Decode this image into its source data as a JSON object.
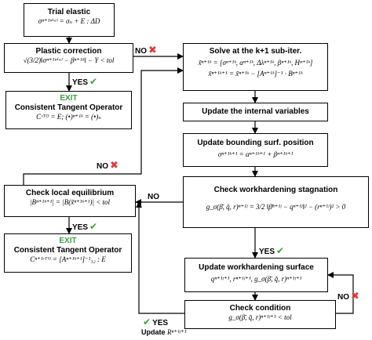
{
  "nodes": {
    "trial": {
      "title": "Trial elastic",
      "eq": "σⁿ⁺¹ᵗʳⁱᵃˡ = σₙ + E : ΔD"
    },
    "plastic": {
      "title": "Plastic correction",
      "eq": "√(3/2)‖σⁿ⁺¹ᵗʳⁱᵃˡ − βⁿ⁺¹ᵏ‖ − Y < tol"
    },
    "exit1": {
      "exit": "EXIT",
      "title": "Consistent Tangent Operator",
      "eq": "Cᶜᵀᴼ = E;  (•)ⁿ⁺¹ᵏ = (•)ₙ"
    },
    "solve": {
      "title": "Solve at the k+1 sub-iter.",
      "eq1": "x̃ⁿ⁺¹ᵏ = [σⁿ⁺¹ᵏ, αⁿ⁺¹ᵏ, Δλⁿ⁺¹ᵏ, βⁿ⁺¹ᵏ, Hⁿ⁺¹ᵏ]",
      "eq2": "x̃ⁿ⁺¹ᵏ⁺¹ = x̃ⁿ⁺¹ᵏ − [Aⁿ⁺¹ᵏ]⁻¹ · Bⁿ⁺¹ᵏ"
    },
    "update_internal": {
      "title": "Update the internal variables"
    },
    "update_bounding": {
      "title": "Update bounding surf. position",
      "eq": "σⁿ⁺¹ᵏ⁺¹ = αⁿ⁺¹ᵏ⁺¹ + βⁿ⁺¹ᵏ⁺¹"
    },
    "check_eq": {
      "title": "Check local equilibrium",
      "eq": "|Bⁿ⁺¹ᵏ⁺¹| = |B(x̃ⁿ⁺¹ᵏ⁺¹)| < tol"
    },
    "check_wh": {
      "title": "Check workhardening stagnation",
      "eq": "g_σ(β̄, q̄, r)ⁿ⁺¹ʲ = 3/2 ‖β̄ⁿ⁺¹ʲ − qⁿ⁺¹ʲ‖² − (rⁿ⁺¹ʲ)² > 0"
    },
    "exit2": {
      "exit": "EXIT",
      "title": "Consistent Tangent Operator",
      "eq": "Cⁿ⁺¹ᶜᵀᴼ = [Aⁿ⁺¹ᵏ⁺¹]⁻¹₁₂ : E"
    },
    "update_wh": {
      "title": "Update workhardening surface",
      "eq": "qⁿ⁺¹ʲ⁺¹,  rⁿ⁺¹ʲ⁺¹,  g_σ(β̄, q̄, r)ⁿ⁺¹ʲ⁺¹"
    },
    "check_cond": {
      "title": "Check condition",
      "eq": "g_σ(β̄, q̄, r)ⁿ⁺¹ʲ⁺¹ < tol"
    }
  },
  "labels": {
    "no_solve": "NO",
    "yes_plastic": "YES",
    "no_equilibrium": "NO",
    "no_loop": "NO",
    "yes_exit2": "YES",
    "yes_wh": "YES",
    "no_cond": "NO",
    "yes_cond": "YES",
    "update_r_prefix": "Update",
    "update_r_symbol": "Rⁿ⁺¹ʲ⁺¹"
  },
  "icons": {
    "cross": "✖",
    "check": "✔"
  },
  "colors": {
    "cross": "#e03a3a",
    "check": "#3aa23a",
    "exit": "#3aa23a"
  }
}
